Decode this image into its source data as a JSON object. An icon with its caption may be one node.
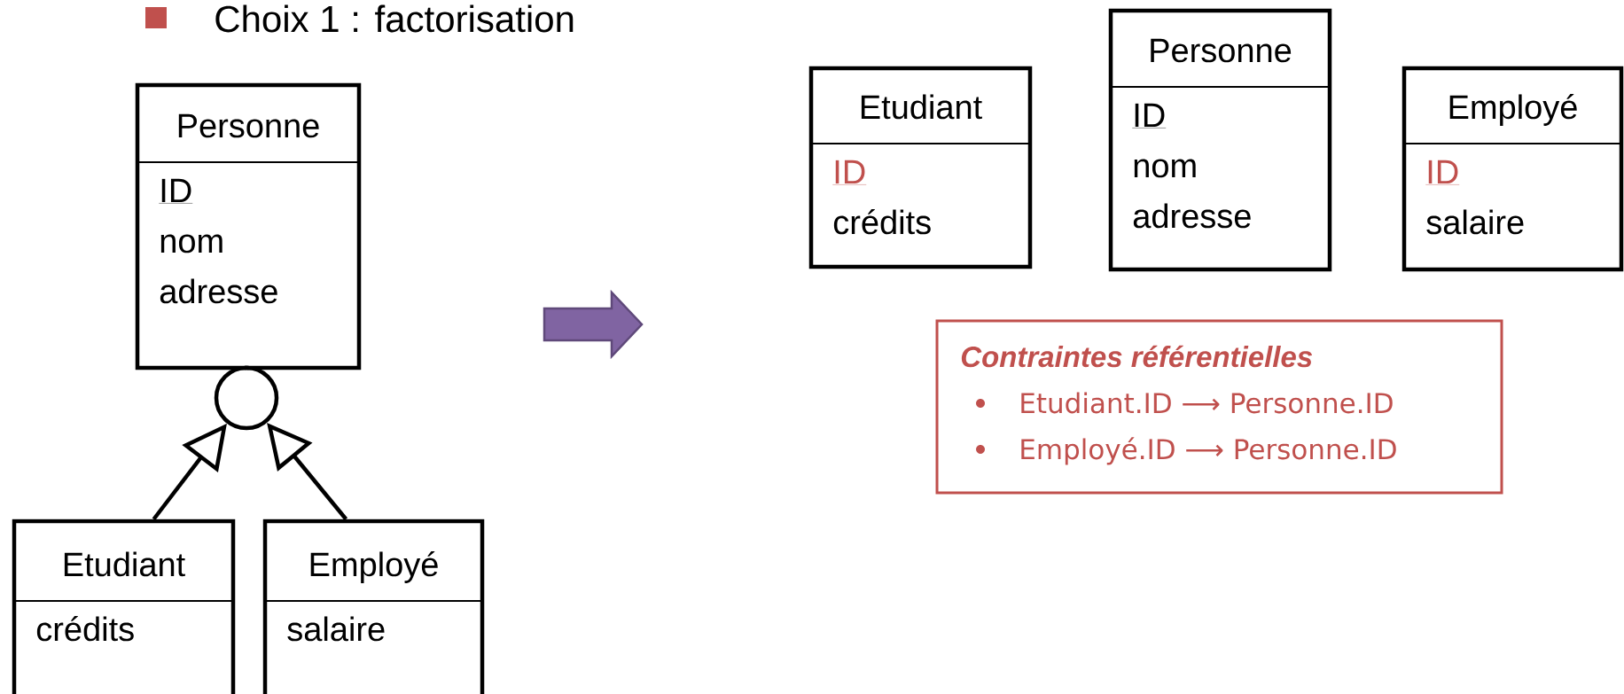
{
  "diagram": {
    "title": "Choix 1 : factorisation",
    "nodes": [
      {
        "text": [
          "Personne",
          "ID",
          "nom",
          "adresse"
        ]
      },
      {
        "text": [],
        "shape": "circle"
      },
      {
        "text": [
          "Etudiant",
          "crédits"
        ]
      },
      {
        "text": [
          "Employé",
          "salaire"
        ]
      },
      {
        "text": [
          "Etudiant",
          "ID",
          "crédits"
        ]
      },
      {
        "text": [
          "Personne",
          "ID",
          "nom",
          "adresse"
        ]
      },
      {
        "text": [
          "Employé",
          "ID",
          "salaire"
        ]
      },
      {
        "text": [
          "Contraintes référentielles",
          "Etudiant.ID ⟶ Personne.ID",
          "Employé.ID ⟶ Personne.ID"
        ]
      }
    ],
    "edges": [
      {
        "from": 1,
        "to": 0,
        "arrow": "none"
      },
      {
        "from": 2,
        "to": 1,
        "arrow": "to"
      },
      {
        "from": 3,
        "to": 1,
        "arrow": "to"
      }
    ]
  }
}
